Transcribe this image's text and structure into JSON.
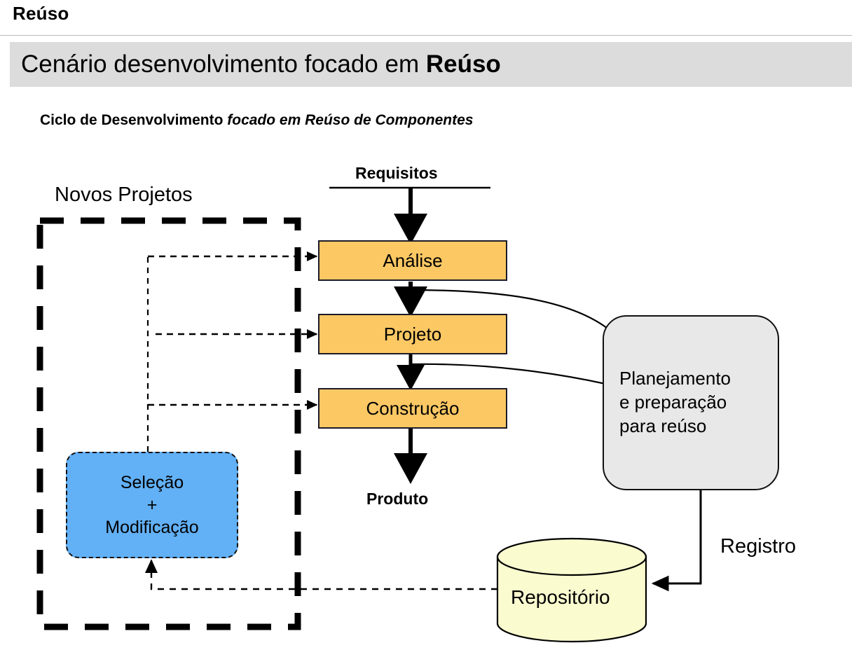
{
  "header": {
    "title": "Reúso"
  },
  "banner": {
    "prefix": "Cenário desenvolvimento focado em ",
    "emphasis": "Reúso"
  },
  "subtitle": {
    "normal": "Ciclo de Desenvolvimento ",
    "italic": "focado em Reúso de Componentes"
  },
  "diagram": {
    "type": "flow-diagram",
    "title": "Ciclo de Desenvolvimento focado em Reúso de Componentes",
    "group_label": "Novos Projetos",
    "input_label": "Requisitos",
    "output_label": "Produto",
    "registry_label": "Registro",
    "process_steps": [
      {
        "label": "Análise"
      },
      {
        "label": "Projeto"
      },
      {
        "label": "Construção"
      }
    ],
    "reuse_box": {
      "line1": "Seleção",
      "line2": "+",
      "line3": "Modificação"
    },
    "planning_box": {
      "line1": "Planejamento",
      "line2": "e preparação",
      "line3": "para reúso"
    },
    "repository_label": "Repositório",
    "colors": {
      "process_fill": "#fcc864",
      "reuse_fill": "#62b0f5",
      "planning_fill": "#e8e8e8",
      "repository_fill": "#fbfbd0",
      "banner_fill": "#dcdcdc",
      "stroke": "#000000"
    }
  }
}
